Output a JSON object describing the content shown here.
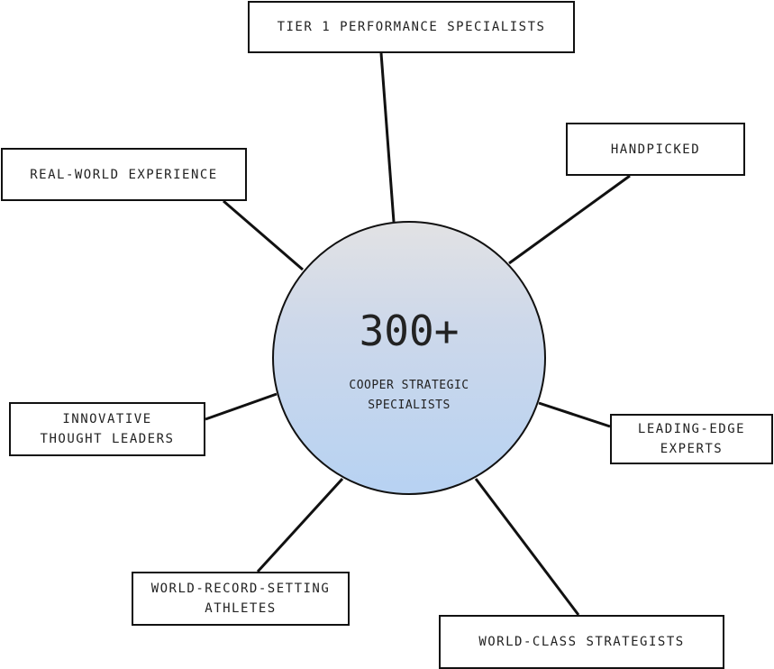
{
  "hub": {
    "count": "300+",
    "label": "COOPER STRATEGIC\nSPECIALISTS",
    "gradient_colors": [
      "#e2e2e4",
      "#cdd8ea",
      "#b7d2f2"
    ],
    "border_color": "#111111"
  },
  "nodes": [
    {
      "label": "TIER 1 PERFORMANCE SPECIALISTS"
    },
    {
      "label": "HANDPICKED"
    },
    {
      "label": "REAL-WORLD EXPERIENCE"
    },
    {
      "label": "INNOVATIVE\nTHOUGHT LEADERS"
    },
    {
      "label": "LEADING-EDGE\nEXPERTS"
    },
    {
      "label": "WORLD-RECORD-SETTING\nATHLETES"
    },
    {
      "label": "WORLD-CLASS STRATEGISTS"
    }
  ]
}
